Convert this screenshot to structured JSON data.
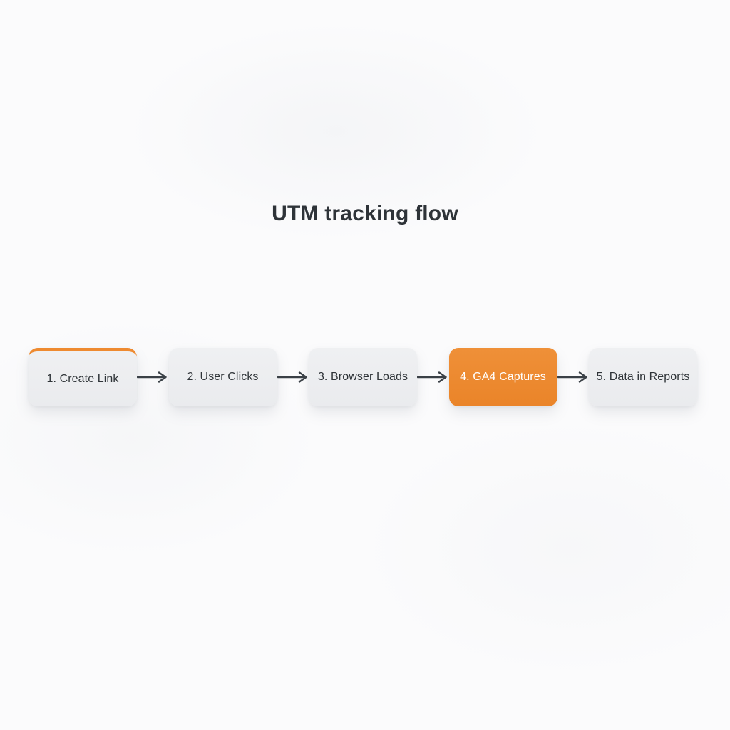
{
  "title": "UTM tracking flow",
  "colors": {
    "accent_orange": "#ee8a30",
    "box_background": "#edeef0",
    "box_text": "#2f3438",
    "active_box_background": "#ed8a31",
    "active_box_text": "#ffffff",
    "arrow": "#3a4046",
    "page_background": "#fbfbfc",
    "title_text": "#2e3338"
  },
  "flow": {
    "steps": [
      {
        "label": "1. Create Link",
        "variant": "orange-top-border"
      },
      {
        "label": "2. User Clicks",
        "variant": "default"
      },
      {
        "label": "3. Browser Loads",
        "variant": "default"
      },
      {
        "label": "4. GA4 Captures",
        "variant": "active-orange"
      },
      {
        "label": "5. Data in Reports",
        "variant": "default"
      }
    ]
  }
}
